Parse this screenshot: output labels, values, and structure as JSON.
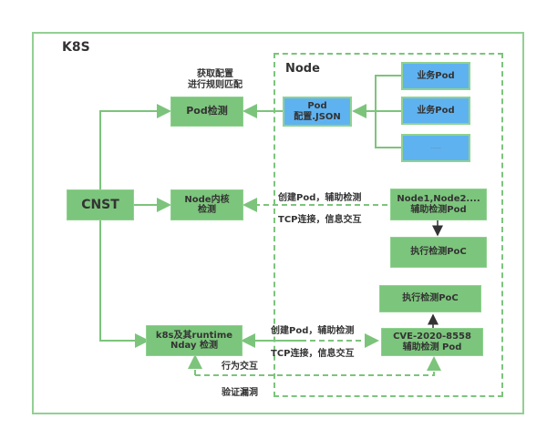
{
  "frames": {
    "k8s_title": "K8S",
    "node_title": "Node"
  },
  "boxes": {
    "pod_detect": "Pod检测",
    "pod_config_line1": "Pod",
    "pod_config_line2": "配置.JSON",
    "biz_pod_1": "业务Pod",
    "biz_pod_2": "业务Pod",
    "biz_pod_3": "......",
    "cnst": "CNST",
    "node_kernel_line1": "Node内核",
    "node_kernel_line2": "检测",
    "node_helper_line1": "Node1,Node2....",
    "node_helper_line2": "辅助检测Pod",
    "exec_poc_1": "执行检测PoC",
    "exec_poc_2": "执行检测PoC",
    "k8s_nday_line1": "k8s及其runtime",
    "k8s_nday_line2": "Nday 检测",
    "cve_line1": "CVE-2020-8558",
    "cve_line2": "辅助检测 Pod"
  },
  "labels": {
    "get_config_line1": "获取配置",
    "get_config_line2": "进行规则匹配",
    "create_pod_1": "创建Pod，辅助检测",
    "tcp_1": "TCP连接，信息交互",
    "create_pod_2": "创建Pod，辅助检测",
    "tcp_2": "TCP连接，信息交互",
    "behavior": "行为交互",
    "verify": "验证漏洞"
  },
  "colors": {
    "green_box": "#7cc57c",
    "blue_box": "#5fb2f0",
    "line": "#7cc47c",
    "frame": "#93cf93"
  }
}
